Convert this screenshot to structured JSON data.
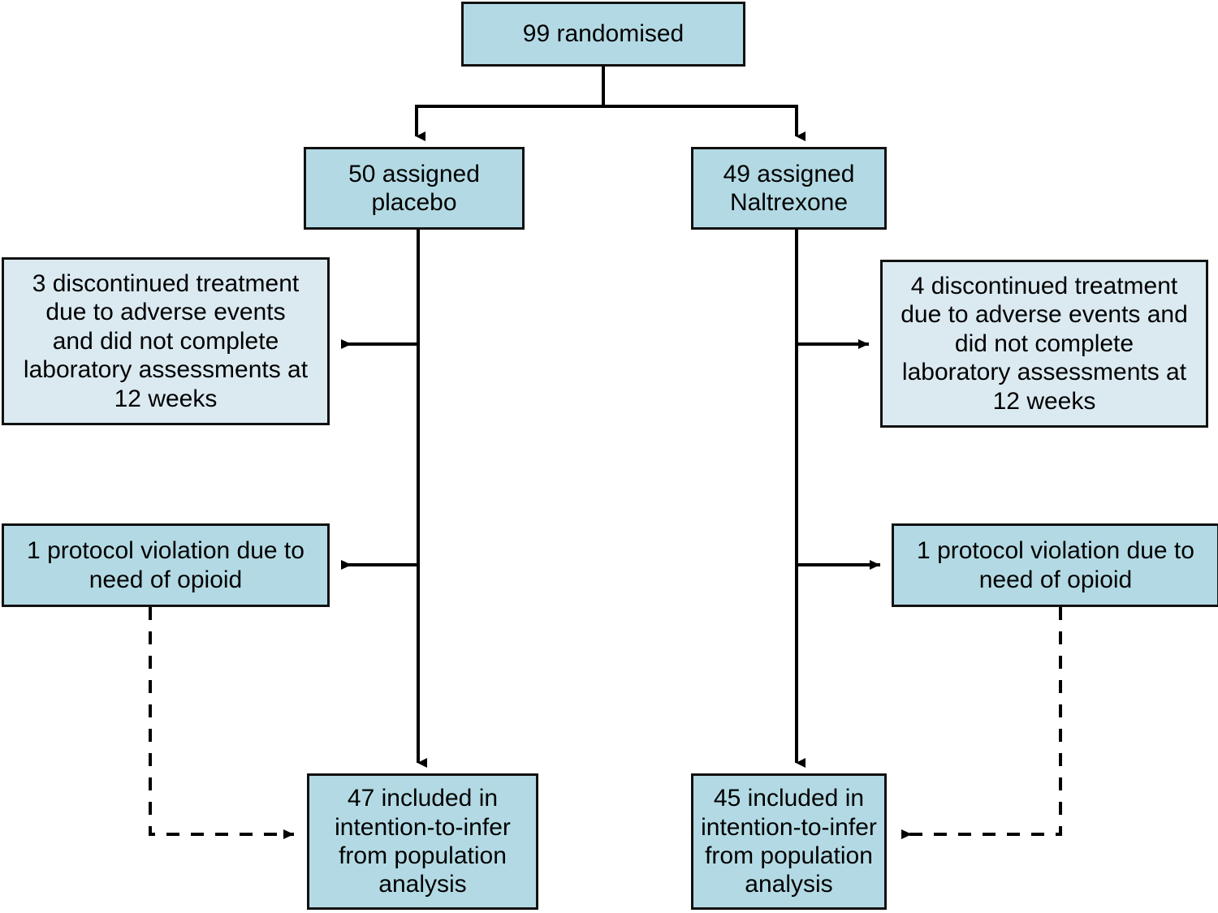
{
  "diagram": {
    "title": "CONSORT participant flow diagram",
    "type": "flowchart",
    "colors": {
      "node_fill_main": "#b3dae4",
      "node_fill_light": "#dbeaf1",
      "node_border": "#111111",
      "connector": "#000000",
      "background": "#ffffff"
    },
    "nodes": {
      "randomised": {
        "label": "99 randomised",
        "count": 99
      },
      "placebo_arm": {
        "label": "50 assigned\nplacebo",
        "count": 50
      },
      "naltrexone_arm": {
        "label": "49 assigned\nNaltrexone",
        "count": 49
      },
      "discontinued_placebo": {
        "label": "3 discontinued treatment\ndue to adverse events\nand did not complete\nlaboratory assessments at\n12 weeks",
        "count": 3
      },
      "discontinued_naltrexone": {
        "label": "4 discontinued treatment\ndue to adverse events and\ndid not complete\nlaboratory assessments at\n12 weeks",
        "count": 4
      },
      "violation_placebo": {
        "label": "1 protocol violation due to\nneed of opioid",
        "count": 1
      },
      "violation_naltrexone": {
        "label": "1 protocol violation due to\nneed of opioid",
        "count": 1
      },
      "included_placebo": {
        "label": "47 included in\nintention-to-infer\nfrom population\nanalysis",
        "count": 47
      },
      "included_naltrexone": {
        "label": "45 included in\nintention-to-infer\nfrom population\nanalysis",
        "count": 45
      }
    },
    "edges": [
      {
        "name": "randomised-to-placebo",
        "from": "randomised",
        "to": "placebo_arm",
        "style": "solid",
        "arrow": "down"
      },
      {
        "name": "randomised-to-naltrexone",
        "from": "randomised",
        "to": "naltrexone_arm",
        "style": "solid",
        "arrow": "down"
      },
      {
        "name": "placebo-to-discontinued",
        "from": "placebo_arm",
        "to": "discontinued_placebo",
        "style": "solid",
        "arrow": "left"
      },
      {
        "name": "naltrexone-to-discontinued",
        "from": "naltrexone_arm",
        "to": "discontinued_naltrexone",
        "style": "solid",
        "arrow": "right"
      },
      {
        "name": "placebo-to-violation",
        "from": "placebo_arm",
        "to": "violation_placebo",
        "style": "solid",
        "arrow": "left"
      },
      {
        "name": "naltrexone-to-violation",
        "from": "naltrexone_arm",
        "to": "violation_naltrexone",
        "style": "solid",
        "arrow": "right"
      },
      {
        "name": "placebo-to-included",
        "from": "placebo_arm",
        "to": "included_placebo",
        "style": "solid",
        "arrow": "down"
      },
      {
        "name": "naltrexone-to-included",
        "from": "naltrexone_arm",
        "to": "included_naltrexone",
        "style": "solid",
        "arrow": "down"
      },
      {
        "name": "violation-placebo-to-included",
        "from": "violation_placebo",
        "to": "included_placebo",
        "style": "dashed",
        "arrow": "right"
      },
      {
        "name": "violation-naltrexone-to-included",
        "from": "violation_naltrexone",
        "to": "included_naltrexone",
        "style": "dashed",
        "arrow": "left"
      }
    ]
  }
}
